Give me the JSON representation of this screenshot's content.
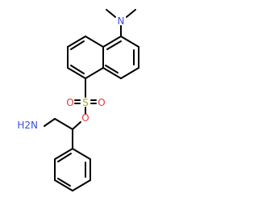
{
  "diagram": {
    "type": "chemical-structure",
    "colors": {
      "bond": "#000000",
      "carbon": "#000000",
      "nitrogen": "#3b4fe0",
      "oxygen": "#e53935",
      "sulfur": "#b5a81e",
      "background": "#ffffff"
    },
    "atoms": {
      "dimethylamino_n": "N",
      "sulfur": "S",
      "oxygen_left": "O",
      "oxygen_right": "O",
      "ester_oxygen": "O",
      "amine": "H2N"
    }
  }
}
